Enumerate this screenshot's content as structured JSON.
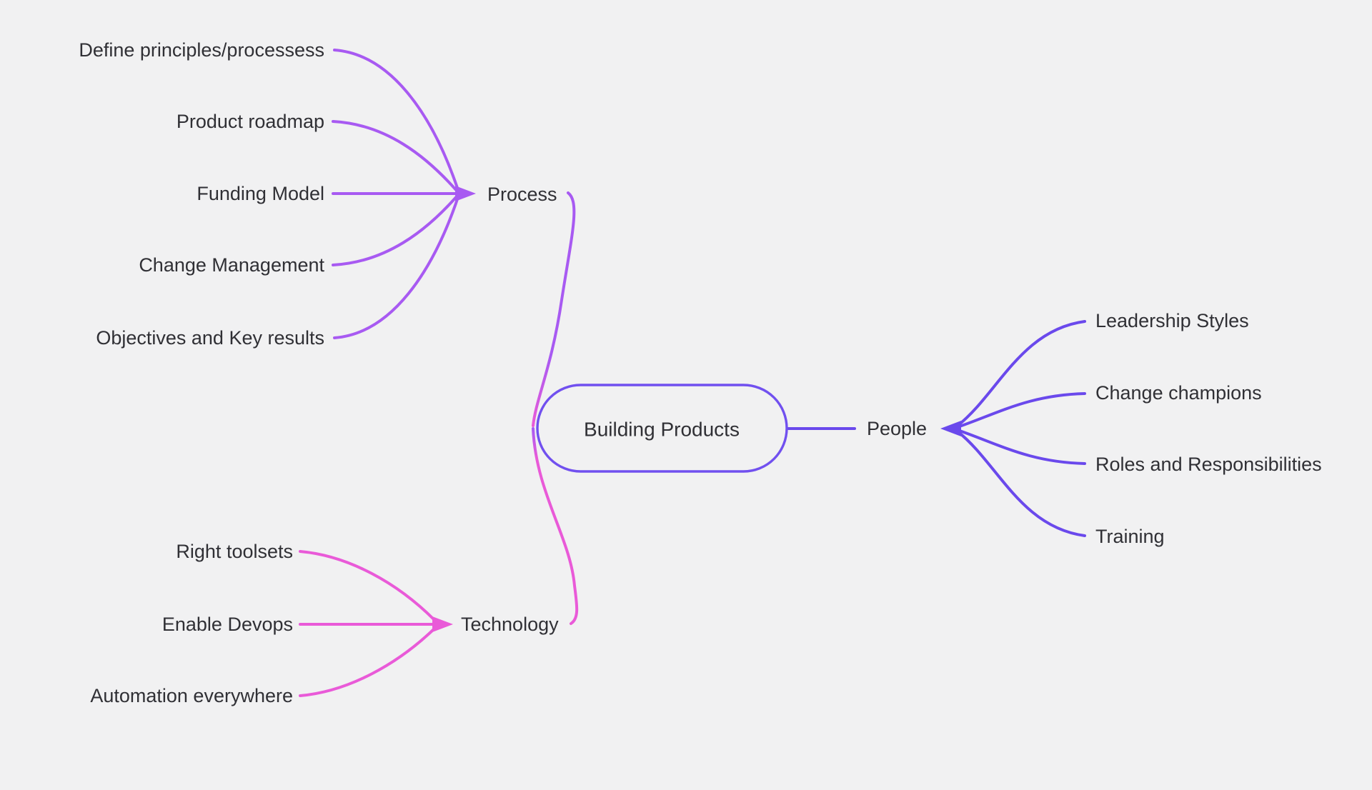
{
  "canvas": {
    "background": "#f1f1f2",
    "text_color": "#303035"
  },
  "root": {
    "label": "Building Products",
    "border_color": "#7150ef"
  },
  "branches": [
    {
      "label": "Process",
      "color": "#a85af2",
      "children": [
        "Define principles/processess",
        "Product roadmap",
        "Funding Model",
        "Change Management",
        "Objectives and Key results"
      ]
    },
    {
      "label": "People",
      "color": "#6a49ec",
      "children": [
        "Leadership Styles",
        "Change champions",
        "Roles and Responsibilities",
        "Training"
      ]
    },
    {
      "label": "Technology",
      "color": "#e95ad8",
      "children": [
        "Right toolsets",
        "Enable Devops",
        "Automation everywhere"
      ]
    }
  ]
}
